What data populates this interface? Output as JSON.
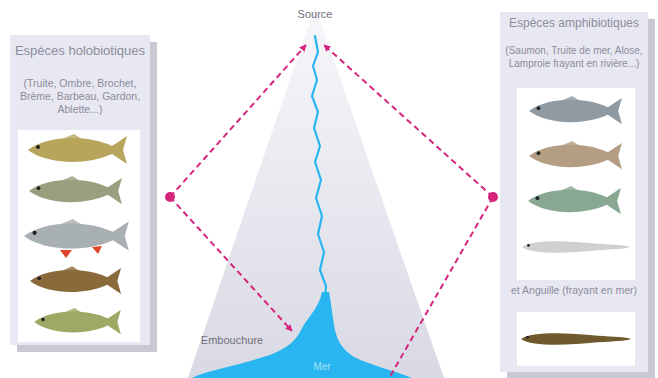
{
  "diagram": {
    "nodes": [
      {
        "text": [
          "Espèces holobiotiques",
          "(Truite, Ombre, Brochet, Brème, Barbeau, Gardon, Ablette...)"
        ]
      },
      {
        "text": [
          "Espèces amphibiotiques",
          "(Saumon, Truite de mer, Alose, Lamproie frayant en rivière...)",
          "et Anguille (frayant en mer)"
        ]
      }
    ],
    "labels": [
      "Source",
      "Embouchure",
      "Mer"
    ]
  }
}
